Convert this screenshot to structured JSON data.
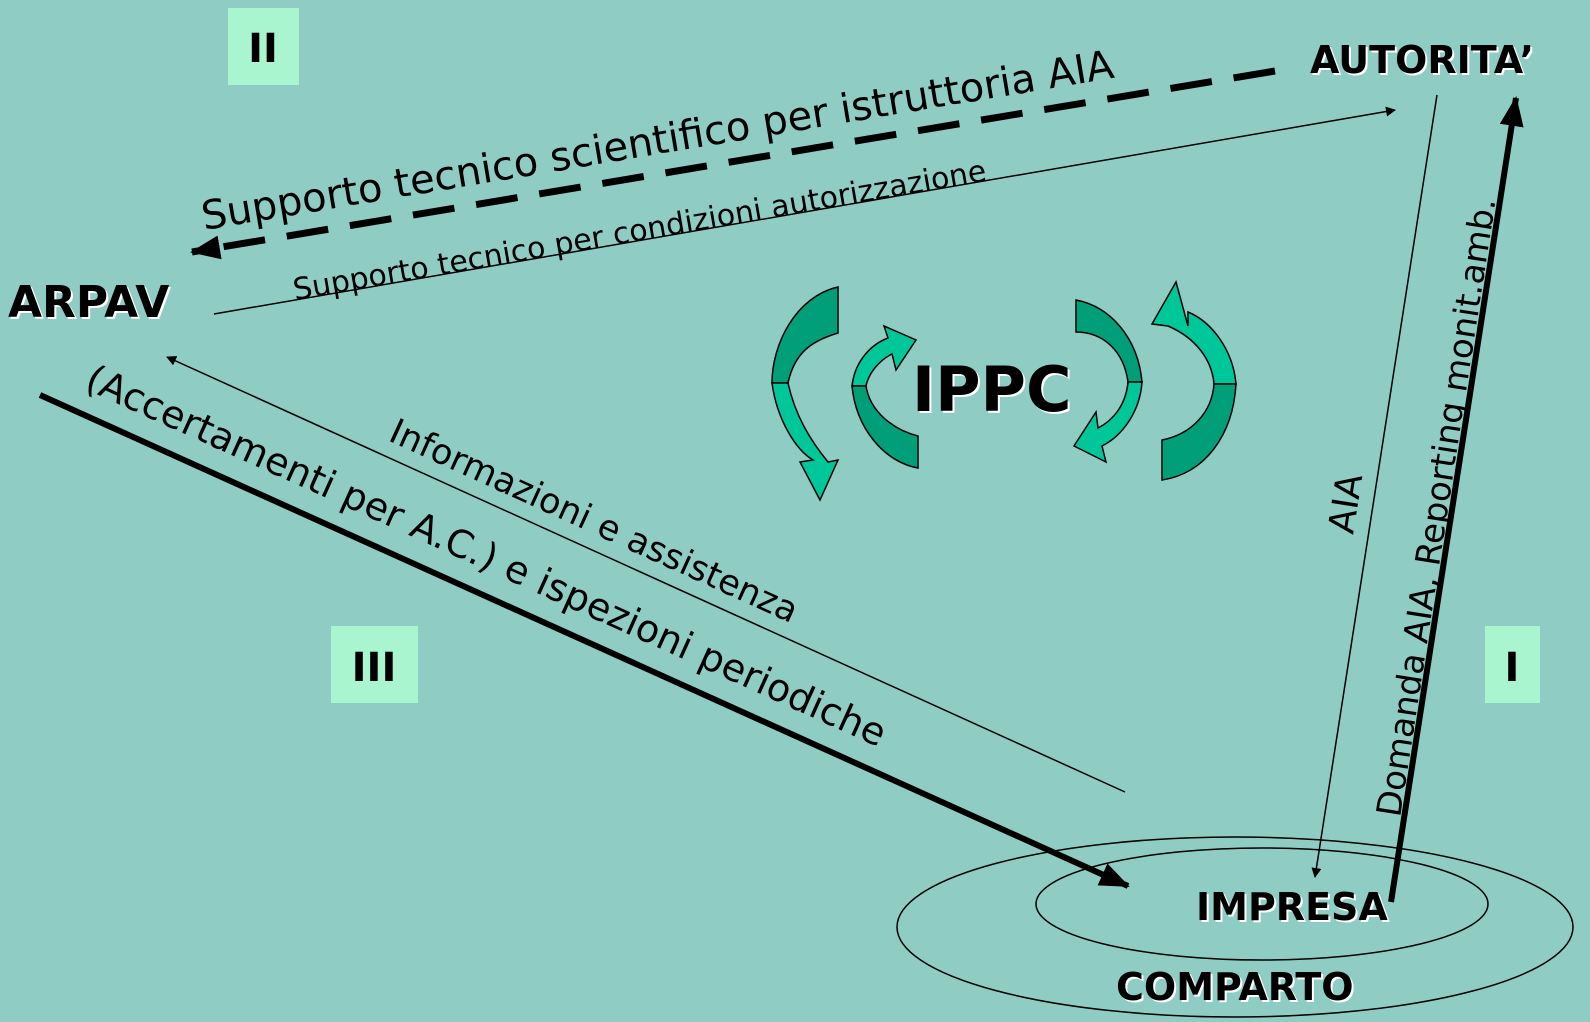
{
  "nodes": {
    "arpav": "ARPAV",
    "autorita": "AUTORITA’",
    "impresa": "IMPRESA",
    "comparto": "COMPARTO",
    "center": "IPPC"
  },
  "phases": {
    "one": "I",
    "two": "II",
    "three": "III"
  },
  "arrows": {
    "supporto_istruttoria": "Supporto tecnico scientifico per istruttoria AIA",
    "supporto_condizioni": "Supporto tecnico per condizioni autorizzazione",
    "informazioni": "Informazioni e assistenza",
    "accertamenti": "(Accertamenti per A.C.) e ispezioni periodiche",
    "aia": "AIA",
    "domanda": "Domanda AIA, Reporting monit.amb."
  },
  "colors": {
    "background": "#8FCDC4",
    "phase_box": "#A8F5D0",
    "arrow_dark": "#009F7A",
    "arrow_light": "#00C79A"
  }
}
